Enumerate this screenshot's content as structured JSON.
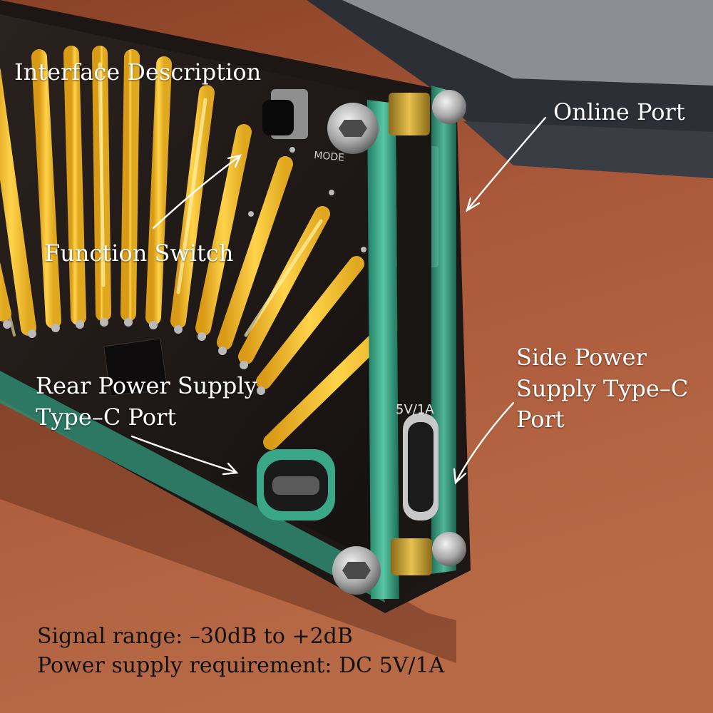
{
  "photo": {
    "subject": "acrylic-case VU meter board with yellow LED filament bars",
    "colors": {
      "background_leather": "#a9583a",
      "led_yellow": "#f4c130",
      "board": "#1a1512",
      "acrylic_edge": "#2fa07e"
    },
    "silkscreen": {
      "mode": "MODE",
      "power": "5V/1A"
    }
  },
  "annotations": {
    "interface_description": "Interface Description",
    "online_port": "Online Port",
    "function_switch": "Function Switch",
    "rear_power_line1": "Rear Power Supply",
    "rear_power_line2": "Type–C Port",
    "side_power_line1": "Side Power",
    "side_power_line2": "Supply Type–C",
    "side_power_line3": "Port"
  },
  "specs": {
    "signal_range": "Signal range: –30dB to +2dB",
    "power_requirement": "Power supply requirement: DC 5V/1A"
  }
}
